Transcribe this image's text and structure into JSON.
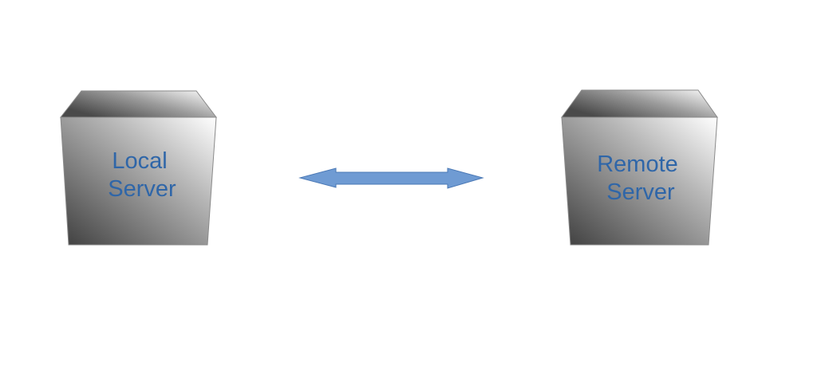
{
  "diagram": {
    "nodes": [
      {
        "id": "local",
        "label_lines": [
          "Local",
          "Server"
        ]
      },
      {
        "id": "remote",
        "label_lines": [
          "Remote",
          "Server"
        ]
      }
    ],
    "connection": {
      "from": "local",
      "to": "remote",
      "direction": "bidirectional"
    },
    "colors": {
      "label": "#2f66a8",
      "arrow_fill": "#6f9bd3",
      "arrow_stroke": "#4a78b5",
      "box_light": "#ffffff",
      "box_dark": "#3a3a3a",
      "box_edge": "#8a8a8a"
    }
  }
}
